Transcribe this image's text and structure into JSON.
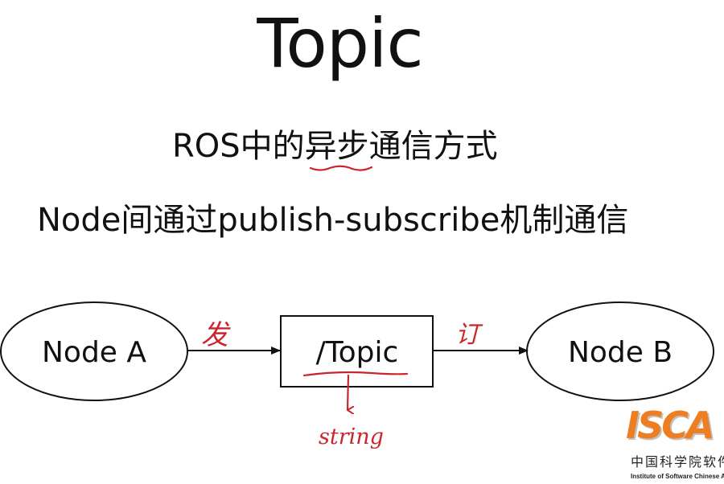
{
  "slide": {
    "title": "Topic",
    "line1": "ROS中的异步通信方式",
    "line2": "Node间通过publish-subscribe机制通信"
  },
  "diagram": {
    "node_a": "Node A",
    "topic": "/Topic",
    "node_b": "Node B"
  },
  "annotations": {
    "publish_char": "发",
    "subscribe_char": "订",
    "message_type": "string"
  },
  "logo": {
    "mark": "ISCA",
    "cn": "中国科学院软件",
    "en": "Institute of Software Chinese Acad"
  },
  "colors": {
    "ink": "#111111",
    "handwriting": "#c8262c",
    "logo_orange": "#ef7d22"
  }
}
